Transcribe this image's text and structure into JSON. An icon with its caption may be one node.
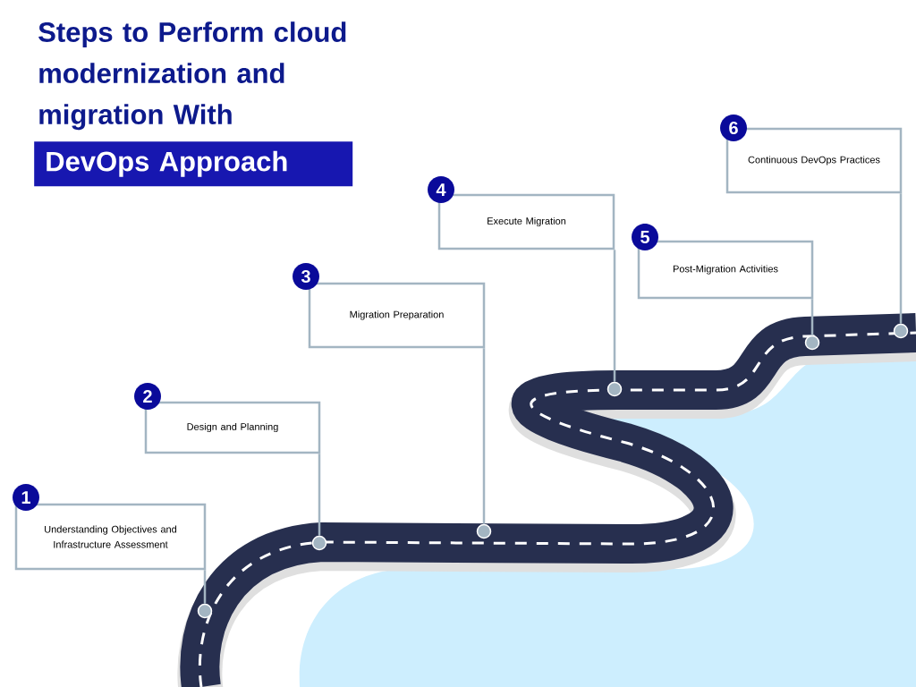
{
  "diagram": {
    "title": "Steps to Perform cloud modernization and migration With",
    "nodes": [
      {
        "text": [
          "1",
          "Understanding Objectives and Infrastructure Assessment"
        ]
      },
      {
        "text": [
          "2",
          "Design and Planning"
        ]
      },
      {
        "text": [
          "3",
          "Migration Preparation"
        ]
      },
      {
        "text": [
          "4",
          "Execute Migration"
        ]
      },
      {
        "text": [
          "5",
          "Post-Migration Activities"
        ]
      },
      {
        "text": [
          "6",
          "Continuous DevOps Practices"
        ]
      },
      {
        "text": [],
        "shape": "circle"
      },
      {
        "text": [],
        "shape": "circle"
      },
      {
        "text": [],
        "shape": "circle"
      },
      {
        "text": [],
        "shape": "circle"
      },
      {
        "text": [],
        "shape": "circle"
      },
      {
        "text": [],
        "shape": "circle"
      }
    ],
    "edges": [
      {
        "from": 0,
        "to": 6,
        "arrow": "none"
      },
      {
        "from": 1,
        "to": 7,
        "arrow": "none"
      },
      {
        "from": 2,
        "to": 8,
        "arrow": "none"
      },
      {
        "from": 3,
        "to": 9,
        "arrow": "none"
      },
      {
        "from": 4,
        "to": 10,
        "arrow": "none"
      },
      {
        "from": 5,
        "to": 11,
        "arrow": "none"
      }
    ],
    "labels": [
      "DevOps Approach"
    ]
  }
}
